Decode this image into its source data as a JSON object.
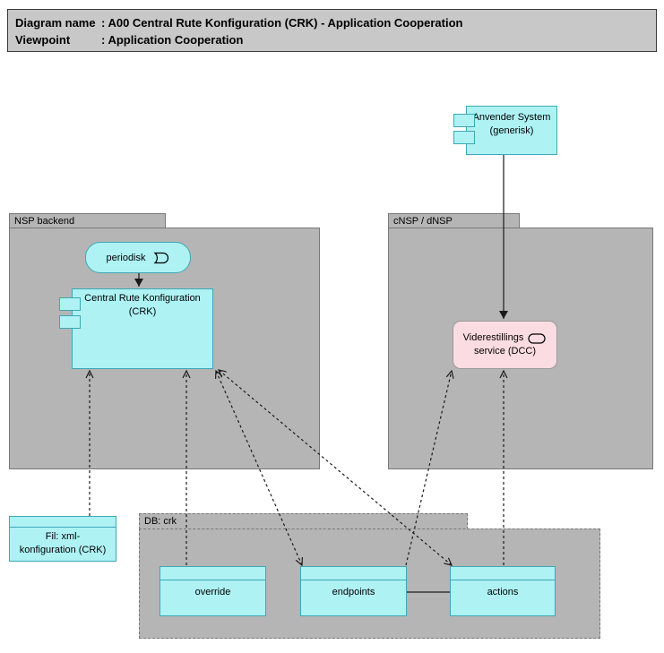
{
  "header": {
    "row1_label": "Diagram name",
    "row1_value": ": A00 Central Rute Konfiguration (CRK) - Application Cooperation",
    "row2_label": "Viewpoint",
    "row2_value": ": Application Cooperation"
  },
  "packages": {
    "nsp_backend": {
      "label": "NSP backend"
    },
    "cnsp_dnsp": {
      "label": "cNSP / dNSP"
    },
    "db_crk": {
      "label": "DB: crk"
    }
  },
  "nodes": {
    "anvender_system": {
      "line1": "Anvender System",
      "line2": "(generisk)"
    },
    "periodisk": {
      "label": "periodisk"
    },
    "crk": {
      "line1": "Central Rute Konfiguration",
      "line2": "(CRK)"
    },
    "viderestillings": {
      "line1": "Viderestillings",
      "line2": "service (DCC)"
    },
    "fil_xml": {
      "line1": "Fil: xml-",
      "line2": "konfiguration (CRK)"
    },
    "override": {
      "label": "override"
    },
    "endpoints": {
      "label": "endpoints"
    },
    "actions": {
      "label": "actions"
    }
  },
  "icons": {
    "event_icon": "archimate-application-event",
    "service_icon": "archimate-application-service",
    "component_tabs": "uml-component-tabs"
  },
  "colors": {
    "component_fill": "#aef2f4",
    "component_border": "#3da8b4",
    "package_fill": "#b5b5b5",
    "package_border": "#787878",
    "service_fill": "#fbdce2",
    "service_border": "#9a9a9a",
    "header_fill": "#c8c8c8",
    "header_border": "#3a3a3a",
    "line_color": "#1a1a1a"
  }
}
